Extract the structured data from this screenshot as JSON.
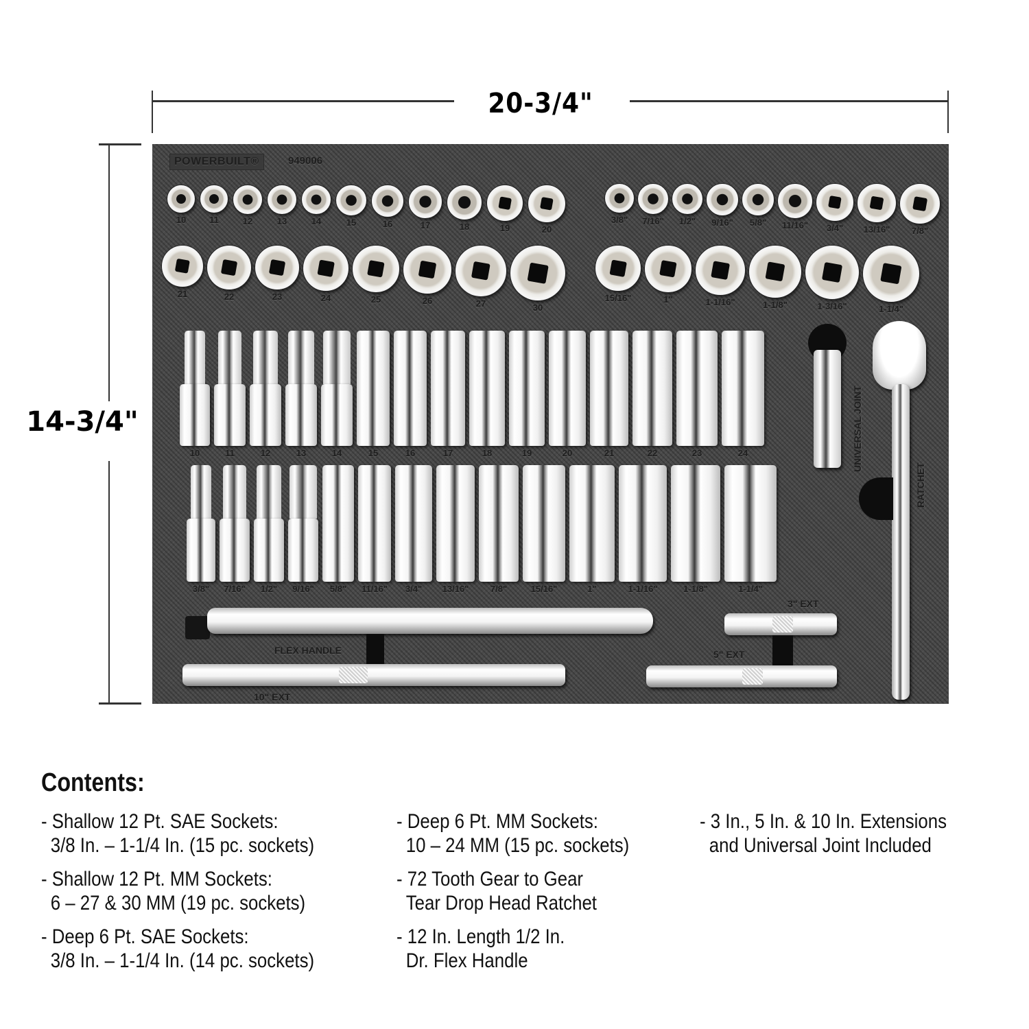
{
  "dimensions": {
    "width_label": "20-3/4\"",
    "height_label": "14-3/4\""
  },
  "tray": {
    "brand": "POWERBUILT®",
    "model": "949006",
    "shallow_mm_row1": [
      "10",
      "11",
      "12",
      "13",
      "14",
      "15",
      "16",
      "17",
      "18",
      "19",
      "20"
    ],
    "shallow_sae_row1": [
      "3/8\"",
      "7/16\"",
      "1/2\"",
      "9/16\"",
      "5/8\"",
      "11/16\"",
      "3/4\"",
      "13/16\"",
      "7/8\""
    ],
    "shallow_mm_row2": [
      "21",
      "22",
      "23",
      "24",
      "25",
      "26",
      "27",
      "30"
    ],
    "shallow_sae_row2": [
      "15/16\"",
      "1\"",
      "1-1/16\"",
      "1-1/8\"",
      "1-3/16\"",
      "1-1/4\""
    ],
    "deep_mm": [
      "10",
      "11",
      "12",
      "13",
      "14",
      "15",
      "16",
      "17",
      "18",
      "19",
      "20",
      "21",
      "22",
      "23",
      "24"
    ],
    "deep_sae": [
      "3/8\"",
      "7/16\"",
      "1/2\"",
      "9/16\"",
      "5/8\"",
      "11/16\"",
      "3/4\"",
      "13/16\"",
      "7/8\"",
      "15/16\"",
      "1\"",
      "1-1/16\"",
      "1-1/8\"",
      "1-1/4\""
    ],
    "tool_labels": {
      "universal_joint": "UNIVERSAL JOINT",
      "ratchet": "RATCHET",
      "flex_handle": "FLEX HANDLE",
      "ext_10": "10\" EXT",
      "ext_3": "3\" EXT",
      "ext_5": "5\" EXT"
    }
  },
  "contents": {
    "title": "Contents:",
    "columns": [
      [
        {
          "line1": "- Shallow 12 Pt. SAE Sockets:",
          "line2": "3/8 In. – 1-1/4 In. (15 pc. sockets)"
        },
        {
          "line1": "- Shallow 12 Pt. MM Sockets:",
          "line2": "6 – 27 & 30 MM (19 pc. sockets)"
        },
        {
          "line1": "- Deep 6 Pt. SAE Sockets:",
          "line2": "3/8 In. – 1-1/4 In. (14 pc. sockets)"
        }
      ],
      [
        {
          "line1": "- Deep 6 Pt. MM Sockets:",
          "line2": "10 – 24 MM (15 pc. sockets)"
        },
        {
          "line1": "- 72 Tooth Gear to Gear",
          "line2": "Tear Drop Head Ratchet"
        },
        {
          "line1": "- 12 In. Length 1/2 In.",
          "line2": "Dr. Flex Handle"
        }
      ],
      [
        {
          "line1": "- 3 In., 5 In. & 10 In. Extensions",
          "line2": "and Universal Joint Included"
        }
      ]
    ]
  },
  "colors": {
    "tray": "#4a4a4a",
    "engraving": "#1e1e1e",
    "background": "#ffffff",
    "chrome": "#f2f2f2"
  }
}
